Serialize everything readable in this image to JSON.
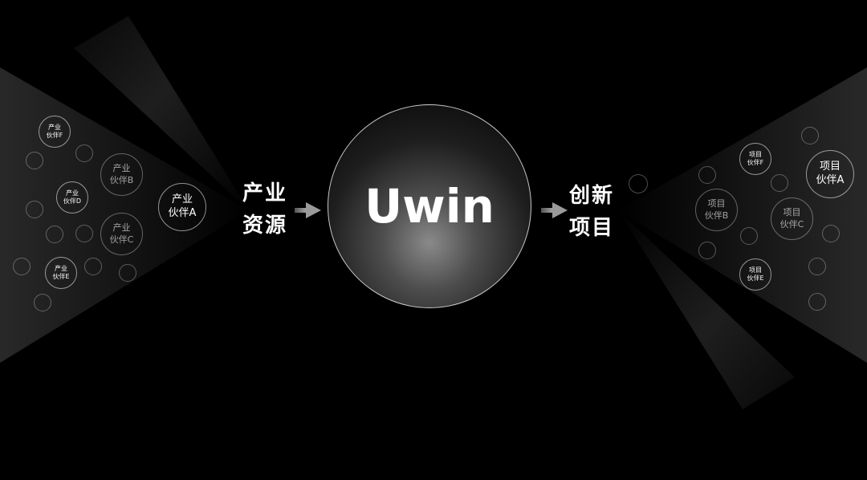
{
  "center": {
    "title": "Uwin"
  },
  "left": {
    "label_lines": [
      "产业",
      "资源"
    ],
    "partners": [
      {
        "line1": "产业",
        "line2": "伙伴A"
      },
      {
        "line1": "产业",
        "line2": "伙伴B"
      },
      {
        "line1": "产业",
        "line2": "伙伴C"
      },
      {
        "line1": "产业",
        "line2": "伙伴D"
      },
      {
        "line1": "产业",
        "line2": "伙伴E"
      },
      {
        "line1": "产业",
        "line2": "伙伴F"
      }
    ]
  },
  "right": {
    "label_lines": [
      "创新",
      "项目"
    ],
    "partners": [
      {
        "line1": "项目",
        "line2": "伙伴A"
      },
      {
        "line1": "项目",
        "line2": "伙伴B"
      },
      {
        "line1": "项目",
        "line2": "伙伴C"
      },
      {
        "line1": "项目",
        "line2": "伙伴E"
      },
      {
        "line1": "项目",
        "line2": "伙伴F"
      }
    ]
  },
  "colors": {
    "background": "#000000",
    "text": "#ffffff",
    "outline": "#ffffff"
  }
}
